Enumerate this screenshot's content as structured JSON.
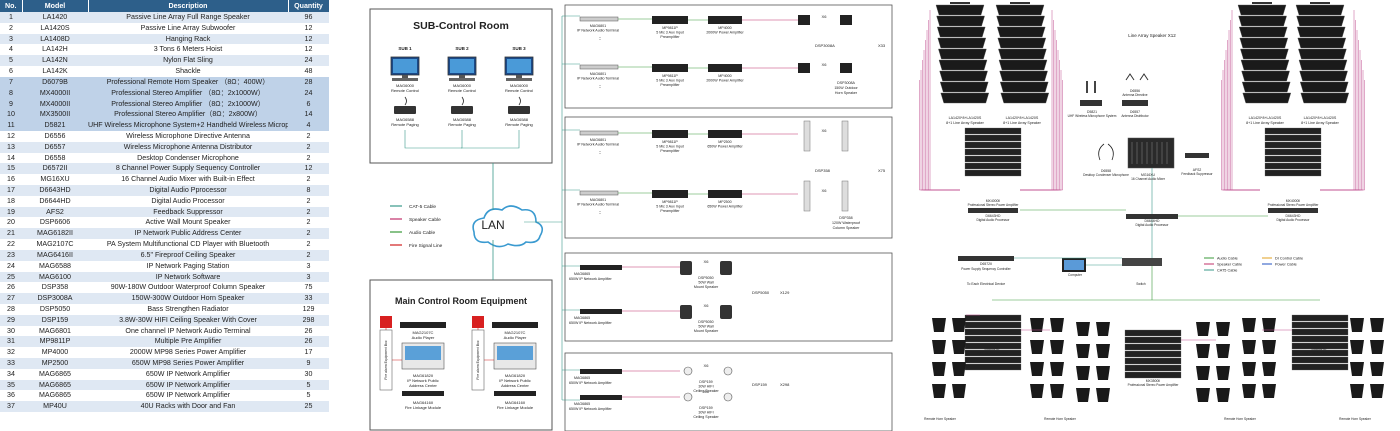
{
  "table": {
    "headers": [
      "No.",
      "Model",
      "Description",
      "Quantity"
    ],
    "rows": [
      [
        "1",
        "LA1420",
        "Passive Line Array Full Range Speaker",
        "96"
      ],
      [
        "2",
        "LA1420S",
        "Passive Line Array Subwoofer",
        "12"
      ],
      [
        "3",
        "LA1408D",
        "Hanging Rack",
        "12"
      ],
      [
        "4",
        "LA142H",
        "3 Tons 6 Meters Hoist",
        "12"
      ],
      [
        "5",
        "LA142N",
        "Nylon Flat Sling",
        "24"
      ],
      [
        "6",
        "LA142K",
        "Shackle",
        "48"
      ],
      [
        "7",
        "D6079B",
        "Professional Remote Horn Speaker （8Ω：400W）",
        "28"
      ],
      [
        "8",
        "MX4000II",
        "Professional Stereo Amplifier （8Ω：2x1000W）",
        "24"
      ],
      [
        "9",
        "MX4000II",
        "Professional Stereo Amplifier （8Ω：2x1000W）",
        "6"
      ],
      [
        "10",
        "MX3500II",
        "Professional Stereo Amplifier（8Ω：2x800W）",
        "14"
      ],
      [
        "11",
        "D5821",
        "UHF Wireless Microphone System+2 Handheld Wireless Microphones",
        "4"
      ],
      [
        "12",
        "D6556",
        "Wireless Microphone Directive Antenna",
        "2"
      ],
      [
        "13",
        "D6557",
        "Wireless Microphone Antenna Distributor",
        "2"
      ],
      [
        "14",
        "D6558",
        "Desktop Condenser Microphone",
        "2"
      ],
      [
        "15",
        "D6572II",
        "8 Channel Power Supply Sequency Controller",
        "12"
      ],
      [
        "16",
        "MG16XU",
        "16 Channel Audio Mixer with Built-in Effect",
        "2"
      ],
      [
        "17",
        "D6643HD",
        "Digital Audio Pprocessor",
        "8"
      ],
      [
        "18",
        "D6644HD",
        "Digital Audio Processor",
        "2"
      ],
      [
        "19",
        "AFS2",
        "Feedback Suppressor",
        "2"
      ],
      [
        "20",
        "DSP6606",
        "Active Wall Mount Speaker",
        "2"
      ],
      [
        "21",
        "MAG6182II",
        "IP Network Public Address Center",
        "2"
      ],
      [
        "22",
        "MAG2107C",
        "PA System Multifunctional CD Player with Bluetooth",
        "2"
      ],
      [
        "23",
        "MAG6416II",
        "6.5\" Fireproof Ceiling Speaker",
        "2"
      ],
      [
        "24",
        "MAG6588",
        "IP Network Paging Station",
        "3"
      ],
      [
        "25",
        "MAG6100",
        "IP Network Software",
        "3"
      ],
      [
        "26",
        "DSP358",
        "90W-180W Outdoor Waterproof Column Speaker",
        "75"
      ],
      [
        "27",
        "DSP3008A",
        "150W-300W Outdoor Horn Speaker",
        "33"
      ],
      [
        "28",
        "DSP5050",
        "Bass Strengthen Radiator",
        "129"
      ],
      [
        "29",
        "DSP159",
        "3.8W-30W HIFI Ceiling Speaker With Cover",
        "298"
      ],
      [
        "30",
        "MAG6801",
        "One channel IP Network Audio Terminal",
        "26"
      ],
      [
        "31",
        "MP9811P",
        "Multiple Pre Amplifier",
        "26"
      ],
      [
        "32",
        "MP4000",
        "2000W MP98 Series Power Amplifier",
        "17"
      ],
      [
        "33",
        "MP2500",
        "650W MP98 Series Power Amplifier",
        "9"
      ],
      [
        "34",
        "MAG6865",
        "650W IP Network Amplifier",
        "30"
      ],
      [
        "35",
        "MAG6865",
        "650W IP Network Amplifier",
        "5"
      ],
      [
        "36",
        "MAG6865",
        "650W IP Network Amplifier",
        "5"
      ],
      [
        "37",
        "MP40U",
        "40U Racks with Door and Fan",
        "25"
      ]
    ]
  },
  "sub_control": {
    "title": "SUB-Control Room",
    "stations": [
      {
        "label": "SUB 1",
        "pc_model": "MAG6000",
        "pc_desc": "Remote Control",
        "pager_model": "MAG6588",
        "pager_desc": "Remote Paging"
      },
      {
        "label": "SUB 2",
        "pc_model": "MAG6000",
        "pc_desc": "Remote Control",
        "pager_model": "MAG6588",
        "pager_desc": "Remote Paging"
      },
      {
        "label": "SUB 3",
        "pc_model": "MAG6000",
        "pc_desc": "Remote Control",
        "pager_model": "MAG6588",
        "pager_desc": "Remote Paging"
      }
    ]
  },
  "legend": {
    "items": [
      {
        "label": "CAT-5 Cable",
        "color": "#3a9a8a"
      },
      {
        "label": "Speaker Cable",
        "color": "#c0306a"
      },
      {
        "label": "Audio Cable",
        "color": "#3a9a3a"
      },
      {
        "label": "Fire Signal Line",
        "color": "#d02020"
      }
    ]
  },
  "lan": {
    "label": "LAN"
  },
  "main_control": {
    "title": "Main Control Room Equipment",
    "units": [
      {
        "cd_model": "MAG2107C",
        "cd_desc": "Audio Player",
        "center_model": "MAG6182II",
        "center_desc1": "IP Network Public",
        "center_desc2": "Address Center",
        "fire_model": "MAG6416II",
        "fire_desc": "Fire Linkage Module",
        "side_text": "Fire alarm Equipment Box"
      },
      {
        "cd_model": "MAG2107C",
        "cd_desc": "Audio Player",
        "center_model": "MAG6182II",
        "center_desc1": "IP Network Public",
        "center_desc2": "Address Center",
        "fire_model": "MAG6416II",
        "fire_desc": "Fire Linkage Module",
        "side_text": "Fire alarm Equipment Box"
      }
    ]
  },
  "zones": [
    {
      "rows": [
        {
          "terminal_model": "MAG6801",
          "terminal_desc": "IP Network Audio Terminal",
          "pre_model": "MP9811P",
          "pre_desc1": "5 Mic 3 Aux Input",
          "pre_desc2": "Preamplifier",
          "amp_model": "MP4000",
          "amp_desc": "2000W Power Amplifier",
          "qty": "X6"
        },
        {
          "terminal_model": "MAG6801",
          "terminal_desc": "IP Network Audio Terminal",
          "pre_model": "MP9811P",
          "pre_desc1": "5 Mic 3 Aux Input",
          "pre_desc2": "Preamplifier",
          "amp_model": "MP4000",
          "amp_desc": "2000W Power Amplifier",
          "qty": "X6"
        }
      ],
      "speaker_model": "DSP3008A",
      "speaker_qty": "X33",
      "speaker_desc1": "DSP3008A",
      "speaker_desc2": "150W Outdoor",
      "speaker_desc3": "Horn Speaker"
    },
    {
      "rows": [
        {
          "terminal_model": "MAG6801",
          "terminal_desc": "IP Network Audio Terminal",
          "pre_model": "MP9811P",
          "pre_desc1": "5 Mic 3 Aux Input",
          "pre_desc2": "Preamplifier",
          "amp_model": "MP2500",
          "amp_desc": "650W Power Amplifier",
          "qty": "X6"
        },
        {
          "terminal_model": "MAG6801",
          "terminal_desc": "IP Network Audio Terminal",
          "pre_model": "MP9811P",
          "pre_desc1": "5 Mic 3 Aux Input",
          "pre_desc2": "Preamplifier",
          "amp_model": "MP2500",
          "amp_desc": "650W Power Amplifier",
          "qty": "X6"
        }
      ],
      "speaker_model": "DSP358",
      "speaker_qty": "X75",
      "speaker_desc1": "DSP358",
      "speaker_desc2": "120W Waterproof",
      "speaker_desc3": "Column Speaker"
    },
    {
      "rows": [
        {
          "amp_model": "MAG6865",
          "amp_desc": "650W IP Network Amplifier",
          "qty": "X6",
          "spk_model": "DSP5050",
          "spk_desc1": "50W Wall",
          "spk_desc2": "Mount Speaker"
        },
        {
          "amp_model": "MAG6865",
          "amp_desc": "650W IP Network Amplifier",
          "qty": "X6",
          "spk_model": "DSP5050",
          "spk_desc1": "50W Wall",
          "spk_desc2": "Mount Speaker"
        }
      ],
      "speaker_model": "DSP5050",
      "speaker_qty": "X129"
    },
    {
      "rows": [
        {
          "amp_model": "MAG6865",
          "amp_desc": "650W IP Network Amplifier",
          "qty": "X6",
          "spk_model": "DSP159",
          "spk_desc1": "30W HIFI",
          "spk_desc2": "Ceiling Speaker"
        },
        {
          "amp_model": "MAG6865",
          "amp_desc": "650W IP Network Amplifier",
          "qty": "X6",
          "spk_model": "DSP159",
          "spk_desc1": "30W HIFI",
          "spk_desc2": "Ceiling Speaker"
        }
      ],
      "speaker_model": "DSP159",
      "speaker_qty": "X298"
    }
  ],
  "right_diagram": {
    "line_array_title": "Line Array Speaker X12",
    "left_array_labels": [
      "LA1420*8+LA1420S",
      "LA1420*8+LA1420S"
    ],
    "left_array_desc": [
      "8+1 Line Array Speaker",
      "8+1 Line Array Speaker"
    ],
    "right_array_labels": [
      "LA1420*8+LA1420S",
      "LA1420*8+LA1420S"
    ],
    "right_array_desc": [
      "8+1 Line Array Speaker",
      "8+1 Line Array Speaker"
    ],
    "amp_label": "MX4000II",
    "amp_desc": "Professional Stereo Power Amplifier",
    "proc_label": "D6643HD",
    "proc_desc": "Digital Audio Processor",
    "center_proc_label": "D6644HD",
    "center_proc_desc": "Digital Audio Processor",
    "wireless_label": "D5821",
    "wireless_desc": "UHF Wireless Microphone System",
    "antenna_label": "D6556",
    "antenna_desc": "Antenna Directive",
    "distributor_label": "D6557",
    "distributor_desc": "Antenna Distributor",
    "desk_mic_label": "D6558",
    "desk_mic_desc": "Desktop Condenser Microphone",
    "mixer_label": "MG16XU",
    "mixer_desc": "16 Channel Audio Mixer",
    "fbs_label": "AFS2",
    "fbs_desc": "Feedback Suppressor",
    "sequencer_label": "D6572II",
    "sequencer_desc": "Power Supply Sequency Controller",
    "laptop_label": "Computer",
    "switch_label": "Switch",
    "to_elec_label": "To Each Electrical Device",
    "legend": [
      {
        "label": "Audio Cable",
        "color": "#3a9a3a"
      },
      {
        "label": "Speaker Cable",
        "color": "#c0306a"
      },
      {
        "label": "CAT5 Cable",
        "color": "#3a9a8a"
      },
      {
        "label": "DI Control Cable",
        "color": "#e0a020"
      },
      {
        "label": "Power Cable",
        "color": "#2050c0"
      }
    ],
    "horn_amp_label": "MX3500II",
    "horn_amp_desc": "Professional Stereo Power Amplifier",
    "horn_proc_label": "D6643HD",
    "horn_proc_desc": "Digital Audio Processor",
    "horn_label": "D6079B",
    "horn_desc": "Remote Horn Speaker"
  }
}
